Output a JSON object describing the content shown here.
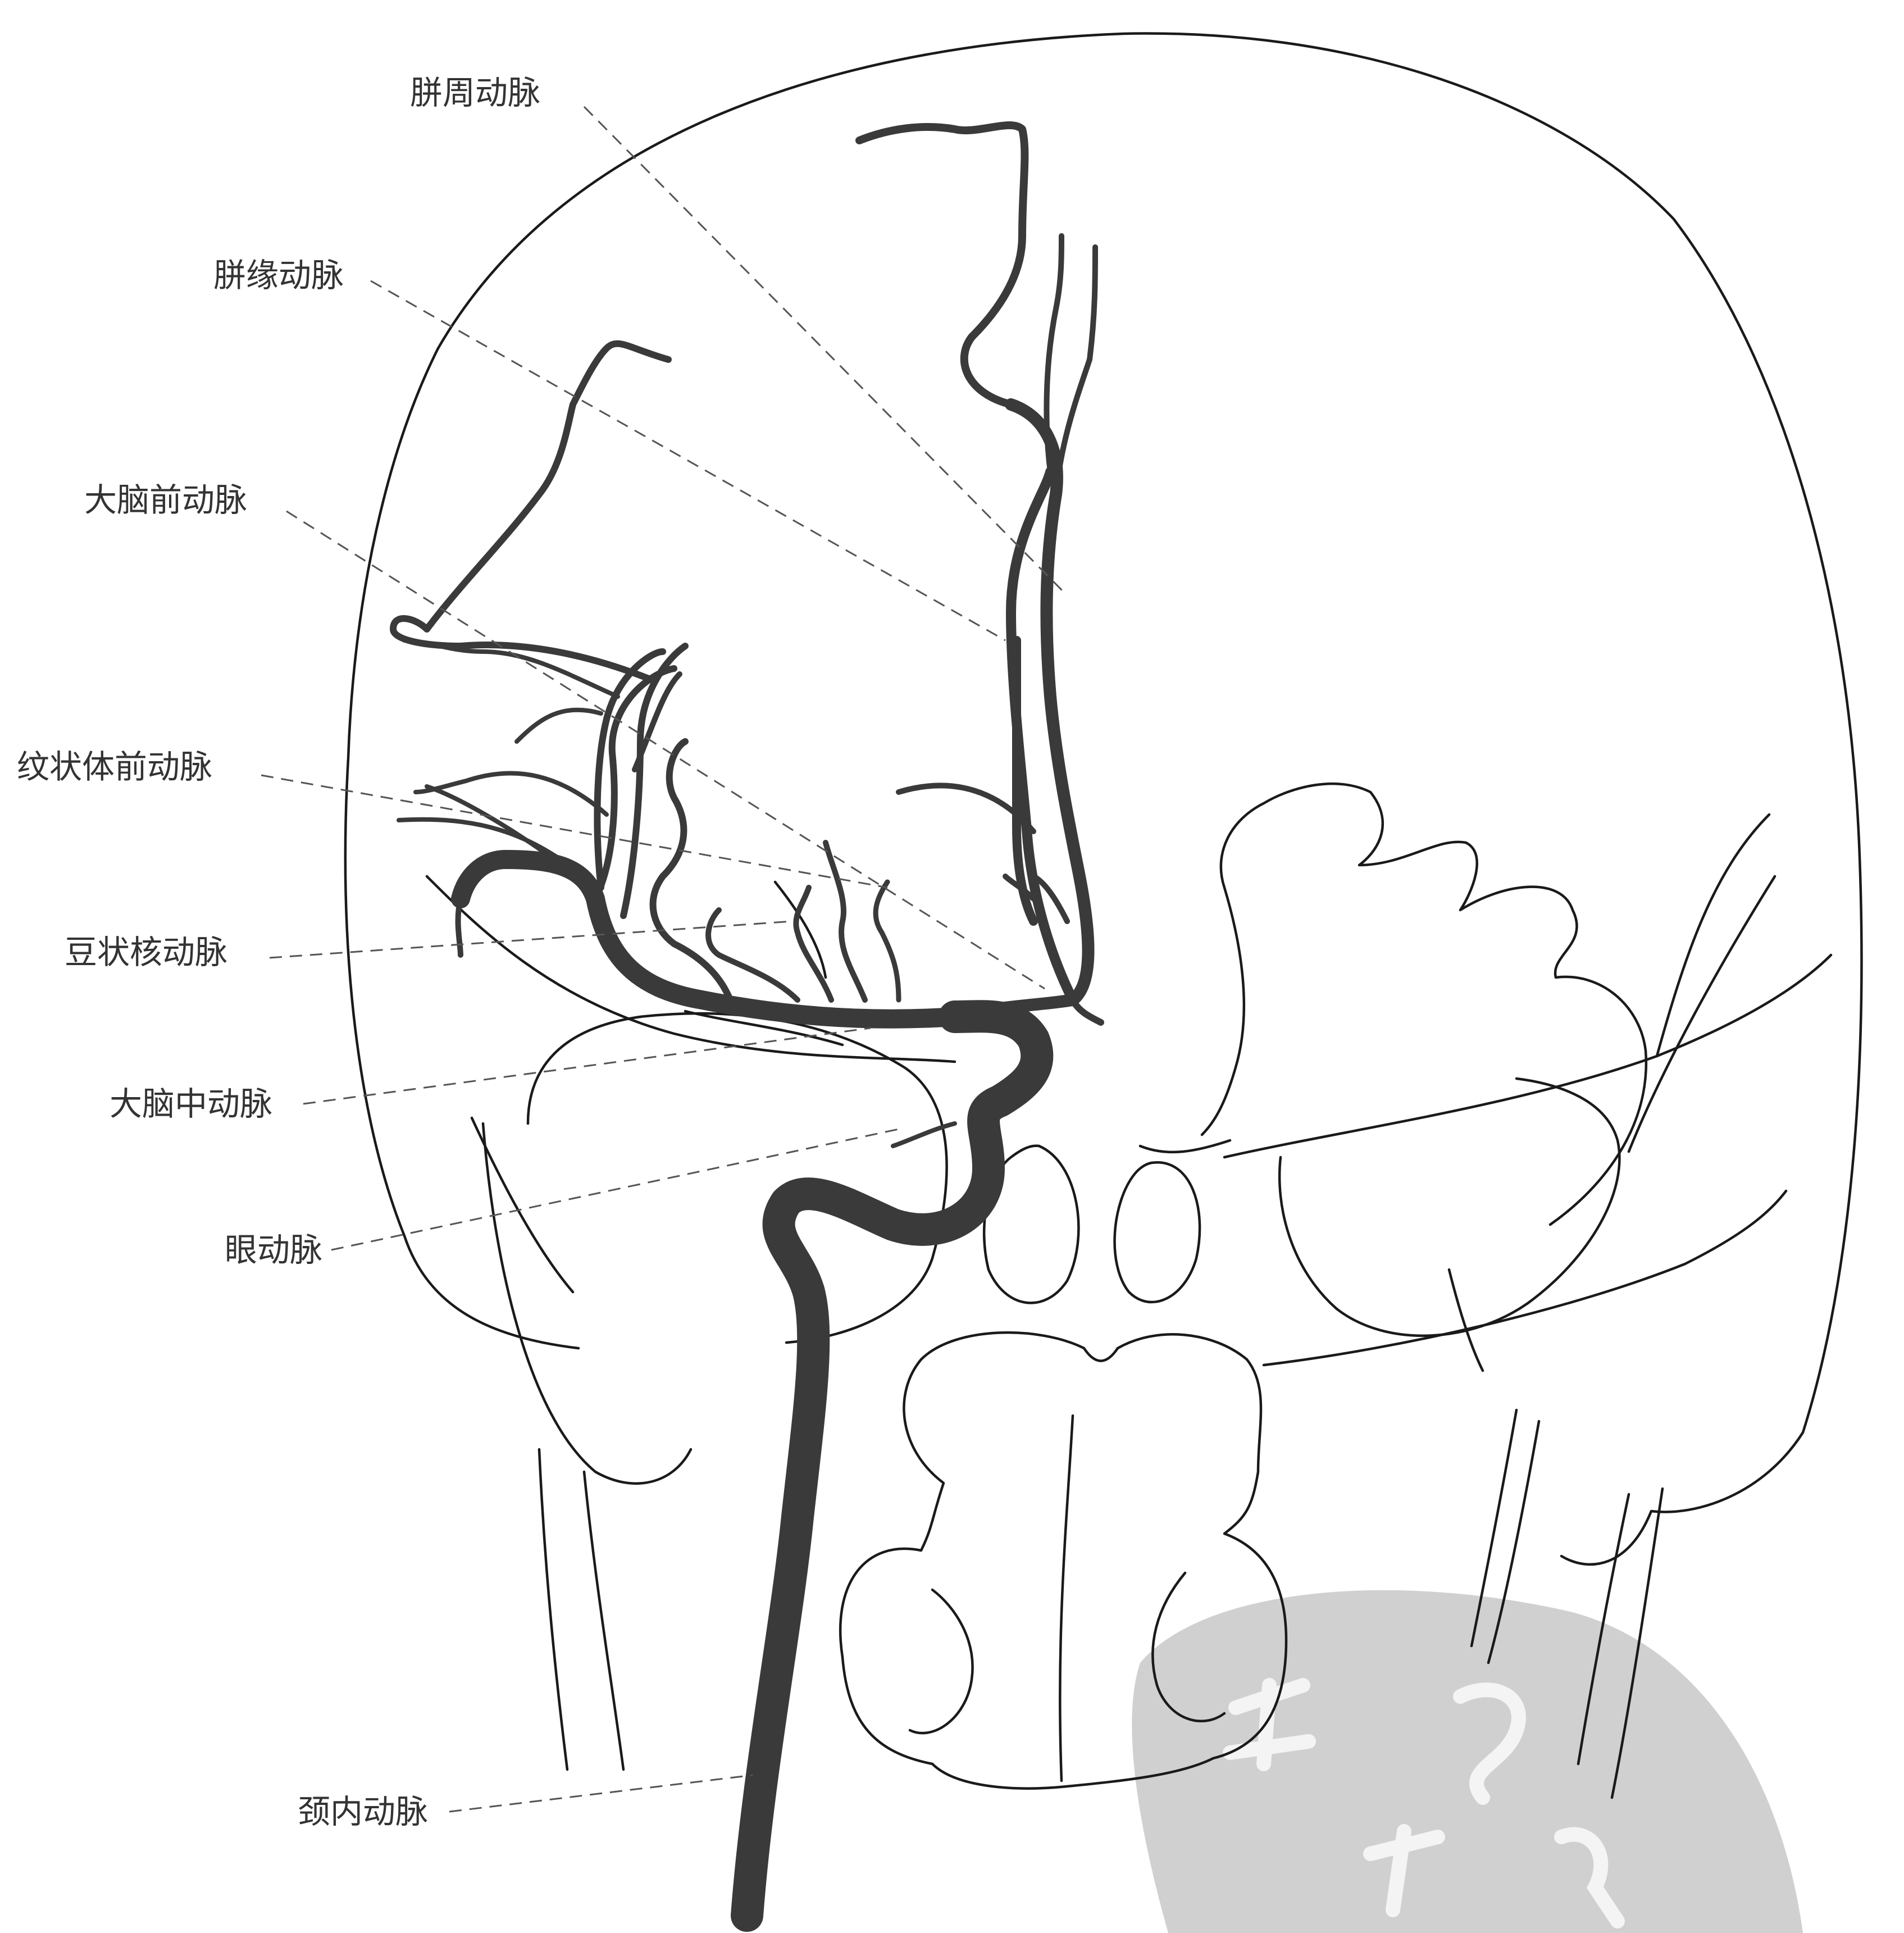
{
  "labels": {
    "pericallosal": "胼周动脉",
    "callosomarginal": "胼缘动脉",
    "anterior_cerebral": "大脑前动脉",
    "anterior_striate": "纹状体前动脉",
    "lenticulostriate": "豆状核动脉",
    "middle_cerebral": "大脑中动脉",
    "ophthalmic": "眼动脉",
    "internal_carotid": "颈内动脉"
  },
  "colors": {
    "artery": "#3a3a3a",
    "outline": "#1a1a1a",
    "label_text": "#333333",
    "watermark": "#d0d0d0"
  }
}
